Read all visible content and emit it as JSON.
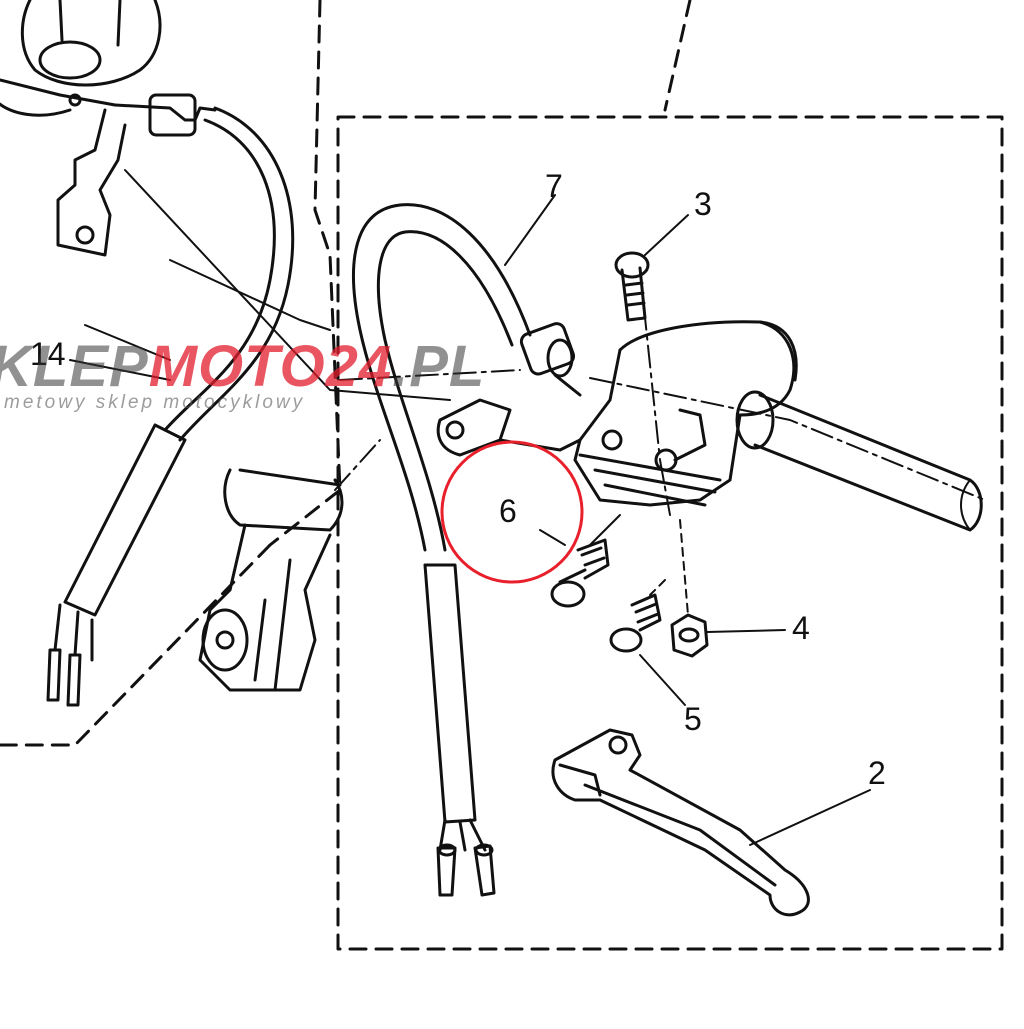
{
  "diagram": {
    "callouts": [
      {
        "id": "2",
        "label": "2"
      },
      {
        "id": "3",
        "label": "3"
      },
      {
        "id": "4",
        "label": "4"
      },
      {
        "id": "5",
        "label": "5"
      },
      {
        "id": "6",
        "label": "6"
      },
      {
        "id": "7",
        "label": "7"
      },
      {
        "id": "14",
        "label": "14"
      }
    ],
    "highlighted_callout": "6",
    "colors": {
      "line": "#111111",
      "background": "#ffffff",
      "highlight": "#e8202c",
      "watermark_red": "#e11e2d",
      "watermark_gray": "#555555"
    }
  },
  "watermark": {
    "text_gray": "KLEP",
    "text_red": "MOTO24",
    "text_suffix": ".PL",
    "tagline": "metowy sklep motocyklowy"
  }
}
